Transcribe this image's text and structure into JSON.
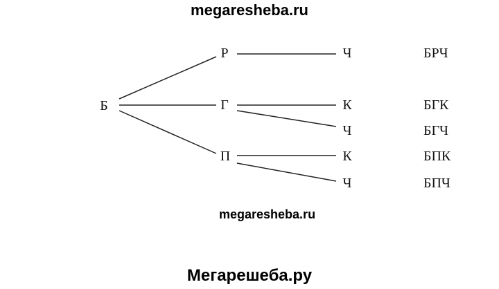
{
  "watermarks": {
    "top": "megaresheba.ru",
    "middle": "megaresheba.ru",
    "bottom": "Мегарешеба.ру"
  },
  "tree": {
    "root": "Б",
    "level1": [
      "Р",
      "Г",
      "П"
    ],
    "level2": [
      "Ч",
      "К",
      "Ч",
      "К",
      "Ч"
    ],
    "results": [
      "БРЧ",
      "БГК",
      "БГЧ",
      "БПК",
      "БПЧ"
    ]
  }
}
